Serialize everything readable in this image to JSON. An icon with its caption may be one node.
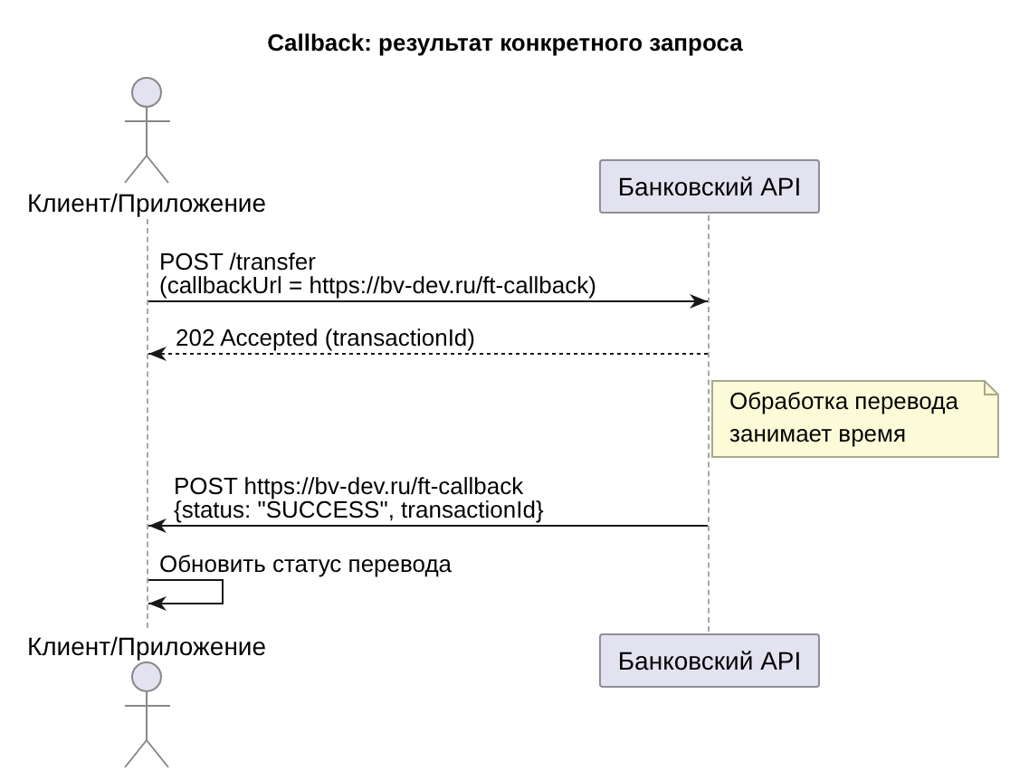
{
  "diagram": {
    "title": "Callback: результат конкретного запроса",
    "nodes": [
      {
        "text": [
          "Клиент/Приложение"
        ]
      },
      {
        "text": [
          "Банковский API"
        ]
      },
      {
        "text": [],
        "shape": "line"
      },
      {
        "text": [],
        "shape": "line"
      },
      {
        "text": [
          "Обработка перевода занимает время"
        ]
      },
      {
        "text": [
          "Клиент/Приложение"
        ]
      },
      {
        "text": [
          "Банковский API"
        ]
      }
    ],
    "edges": [
      {
        "from": 2,
        "to": 3,
        "arrow": "to",
        "label": "POST /transfer (callbackUrl = https://bv-dev.ru/ft-callback)"
      },
      {
        "from": 3,
        "to": 2,
        "arrow": "to",
        "label": "202 Accepted (transactionId)",
        "style": "dashed"
      },
      {
        "from": 3,
        "to": 2,
        "arrow": "to",
        "label": "POST https://bv-dev.ru/ft-callback {status: \"SUCCESS\", transactionId}"
      },
      {
        "from": 2,
        "to": 2,
        "arrow": "to",
        "label": "Обновить статус перевода"
      }
    ]
  }
}
